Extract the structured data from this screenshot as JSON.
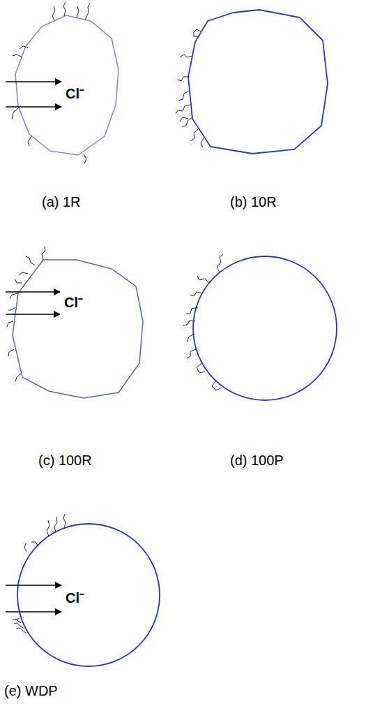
{
  "diagram": {
    "labels": [
      "Cl⁻",
      "(a) 1R",
      "(b) 10R",
      "Cl⁻",
      "(c) 100R",
      "(d) 100P",
      "Cl⁻",
      "(e) WDP"
    ]
  }
}
